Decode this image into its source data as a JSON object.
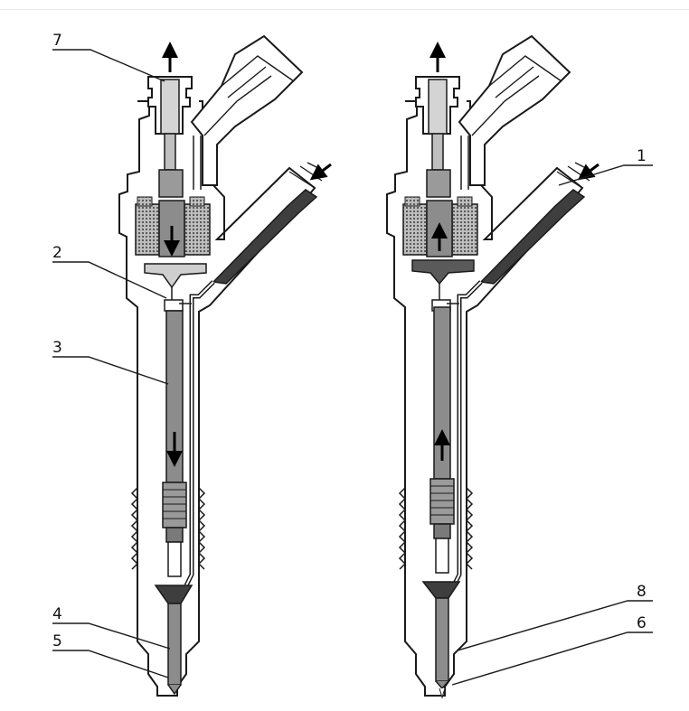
{
  "diagram": {
    "labels": {
      "n1": "1",
      "n2": "2",
      "n3": "3",
      "n4": "4",
      "n5": "5",
      "n6": "6",
      "n7": "7",
      "n8": "8"
    },
    "colors": {
      "outline": "#1a1a1a",
      "component_fill": "#8c8c8c",
      "dark_fill": "#3e3e3e",
      "light_fill": "#cfcfcf",
      "body_fill": "#ffffff"
    },
    "icons": [
      "flow-arrow-icon",
      "coil-pattern-icon",
      "thread-pattern-icon"
    ]
  }
}
